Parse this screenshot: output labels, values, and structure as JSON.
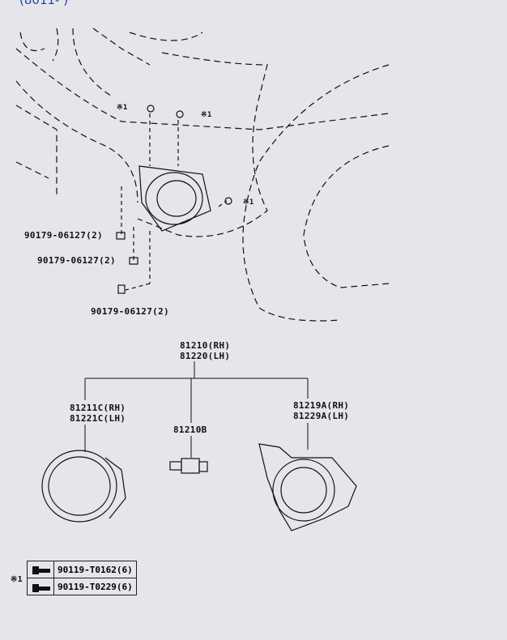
{
  "header_partial": "(8011-   )",
  "note_mark": "※1",
  "callouts": [
    {
      "part": "90179-06127",
      "qty": "(2)"
    },
    {
      "part": "90179-06127",
      "qty": "(2)"
    },
    {
      "part": "90179-06127",
      "qty": "(2)"
    }
  ],
  "assembly": {
    "rh": "81210(RH)",
    "lh": "81220(LH)"
  },
  "lens": {
    "rh": "81211C(RH)",
    "lh": "81221C(LH)"
  },
  "bulb": "81210B",
  "bracket": {
    "rh": "81219A(RH)",
    "lh": "81229A(LH)"
  },
  "fastener_table": [
    {
      "part": "90119-T0162",
      "qty": "(6)"
    },
    {
      "part": "90119-T0229",
      "qty": "(6)"
    }
  ]
}
